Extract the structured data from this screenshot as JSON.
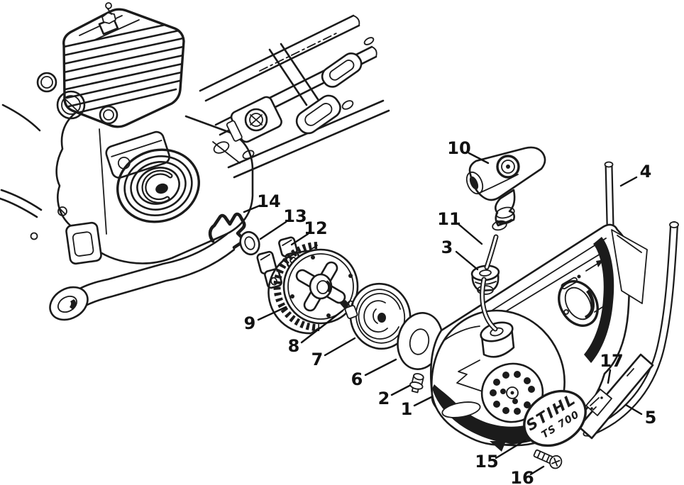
{
  "figure": {
    "background": "#ffffff",
    "line_color": "#1b1b1b",
    "logo": {
      "line1": "STIHL",
      "line2": "TS 700"
    },
    "callouts": [
      {
        "num": "1"
      },
      {
        "num": "2"
      },
      {
        "num": "3"
      },
      {
        "num": "4"
      },
      {
        "num": "5"
      },
      {
        "num": "6"
      },
      {
        "num": "7"
      },
      {
        "num": "8"
      },
      {
        "num": "9"
      },
      {
        "num": "10"
      },
      {
        "num": "11"
      },
      {
        "num": "12"
      },
      {
        "num": "13"
      },
      {
        "num": "14"
      },
      {
        "num": "15"
      },
      {
        "num": "16"
      },
      {
        "num": "17"
      }
    ]
  }
}
